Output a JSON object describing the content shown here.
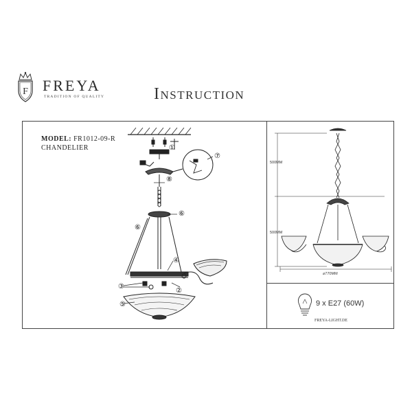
{
  "brand": {
    "name": "FREYA",
    "tagline": "TRADITION OF QUALITY"
  },
  "document": {
    "title": "Instruction"
  },
  "product": {
    "model_label": "MODEL:",
    "model_code": "FR1012-09-R",
    "type": "CHANDELIER"
  },
  "dimensions": {
    "chain_height": "500MM",
    "body_height": "500MM",
    "width": "⌀770MM"
  },
  "callouts": [
    "①",
    "②",
    "③",
    "④",
    "⑤",
    "⑥",
    "⑦",
    "⑧"
  ],
  "specs": {
    "bulbs": "9 x E27 (60W)"
  },
  "footer": {
    "code": "FREYA-LIGHT.DE"
  },
  "icons": {
    "logo": "crowned-shield-icon",
    "bulb": "light-bulb-icon"
  }
}
